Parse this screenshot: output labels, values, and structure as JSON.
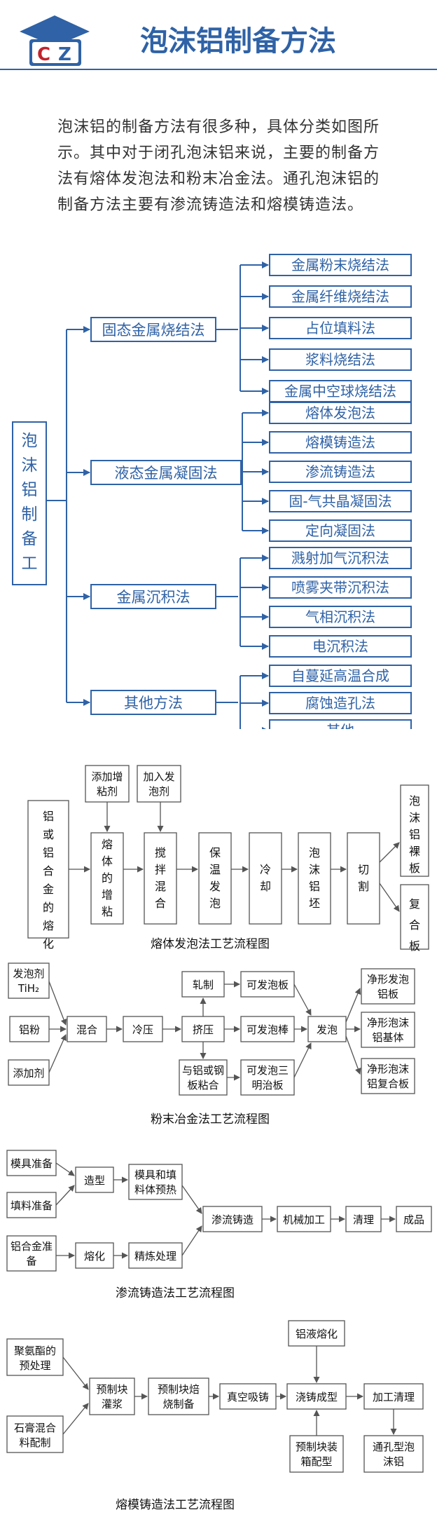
{
  "header": {
    "logo_letters": [
      "C",
      "Z"
    ],
    "title": "泡沫铝制备方法"
  },
  "intro": {
    "lines": [
      "泡沫铝的制备方法有很多种，具体分类如图所",
      "示。其中对于闭孔泡沫铝来说，主要的制备方",
      "法有熔体发泡法和粉末冶金法。通孔泡沫铝的",
      "制备方法主要有渗流铸造法和熔模铸造法。"
    ]
  },
  "tree": {
    "root": "泡沫铝制备工艺",
    "categories": [
      {
        "label": "固态金属烧结法",
        "items": [
          "金属粉末烧结法",
          "金属纤维烧结法",
          "占位填料法",
          "浆料烧结法",
          "金属中空球烧结法"
        ]
      },
      {
        "label": "液态金属凝固法",
        "items": [
          "熔体发泡法",
          "熔模铸造法",
          "渗流铸造法",
          "固-气共晶凝固法",
          "定向凝固法"
        ]
      },
      {
        "label": "金属沉积法",
        "items": [
          "溅射加气沉积法",
          "喷雾夹带沉积法",
          "气相沉积法",
          "电沉积法"
        ]
      },
      {
        "label": "其他方法",
        "items": [
          "自蔓延高温合成",
          "腐蚀造孔法",
          "其他"
        ]
      }
    ]
  },
  "flow1": {
    "caption": "熔体发泡法工艺流程图",
    "start": "铝或铝合金的熔化",
    "add1": "添加增粘剂",
    "add2": "加入发泡剂",
    "steps": [
      "熔体的增粘",
      "搅拌混合",
      "保温发泡",
      "冷却",
      "泡沫铝坯",
      "切割"
    ],
    "out1": "泡沫铝裸板",
    "out2": "复合板"
  },
  "flow2": {
    "caption": "粉末冶金法工艺流程图",
    "in1a": "发泡剂",
    "in1b": "TiH₂",
    "in2": "铝粉",
    "in3": "添加剂",
    "mix": "混合",
    "cold": "冷压",
    "extrude": "挤压",
    "roll": "轧制",
    "bond_a": "与铝或钢",
    "bond_b": "板粘合",
    "plate_a": "可发泡板",
    "plate_b": "可发泡棒",
    "plate_c1": "可发泡三",
    "plate_c2": "明治板",
    "foam": "发泡",
    "out1a": "净形发泡",
    "out1b": "铝板",
    "out2a": "净形泡沫",
    "out2b": "铝基体",
    "out3a": "净形泡沫",
    "out3b": "铝复合板"
  },
  "flow3": {
    "caption": "渗流铸造法工艺流程图",
    "mold": "模具准备",
    "filler": "填料准备",
    "alloy_a": "铝合金准",
    "alloy_b": "备",
    "shape": "造型",
    "preheat_a": "模具和填",
    "preheat_b": "料体预热",
    "melt": "熔化",
    "refine": "精炼处理",
    "infil": "渗流铸造",
    "machine": "机械加工",
    "clean": "清理",
    "product": "成品"
  },
  "flow4": {
    "caption": "熔模铸造法工艺流程图",
    "pu_a": "聚氨酯的",
    "pu_b": "预处理",
    "gyp_a": "石膏混合",
    "gyp_b": "料配制",
    "pour_a": "预制块",
    "pour_b": "灌浆",
    "bake_a": "预制块焙",
    "bake_b": "烧制备",
    "vac": "真空吸铸",
    "cast": "浇铸成型",
    "finish": "加工清理",
    "melt": "铝液熔化",
    "box_a": "预制块装",
    "box_b": "箱配型",
    "out_a": "通孔型泡",
    "out_b": "沫铝"
  },
  "colors": {
    "brand_blue": "#2f62a6",
    "logo_red": "#c0232c",
    "line_gray": "#8c9299"
  }
}
